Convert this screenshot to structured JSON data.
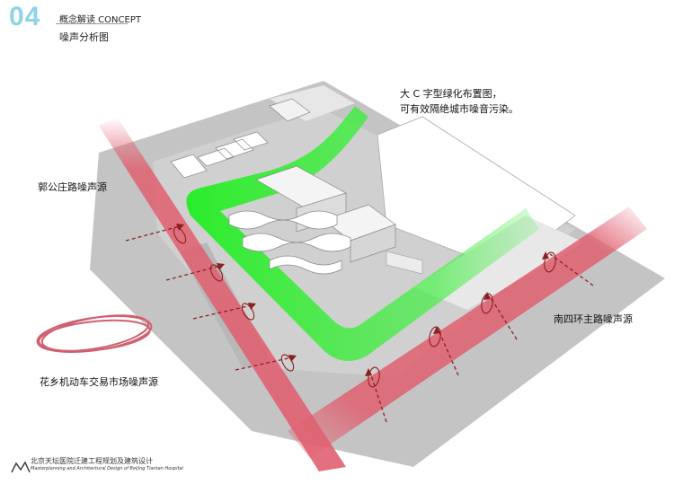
{
  "header": {
    "number": "04",
    "title": "概念解读 CONCEPT",
    "subtitle": "噪声分析图"
  },
  "labels": {
    "green_c_line1": "大 C 字型绿化布置图，",
    "green_c_line2": "可有效隔绝城市噪音污染。",
    "west_road": "郭公庄路噪声源",
    "south_road": "南四环主路噪声源",
    "market": "花乡机动车交易市场噪声源"
  },
  "footer": {
    "cn": "北京天坛医院迁建工程规划及建筑设计",
    "en": "Masterplanning and Architectural Design of Beijing Tiantan Hospital"
  },
  "colors": {
    "header_number": "#8fd3e6",
    "green_belt": "#22ee22",
    "noise_road": "#e06070",
    "arrow": "#8b2020",
    "ground": "#c8c8c8",
    "plaza": "#e2e2e2"
  }
}
